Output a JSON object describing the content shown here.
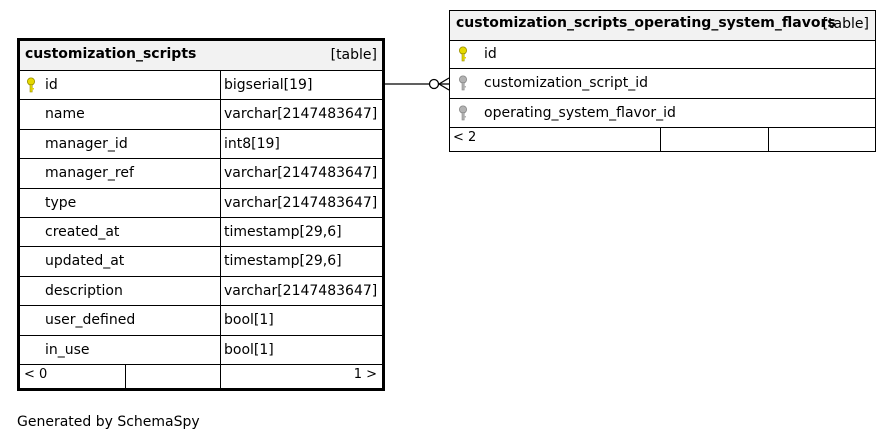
{
  "tables": {
    "scripts": {
      "name": "customization_scripts",
      "kind": "[table]",
      "rows": [
        {
          "name": "id",
          "type": "bigserial[19]",
          "key": "primary"
        },
        {
          "name": "name",
          "type": "varchar[2147483647]",
          "key": ""
        },
        {
          "name": "manager_id",
          "type": "int8[19]",
          "key": ""
        },
        {
          "name": "manager_ref",
          "type": "varchar[2147483647]",
          "key": ""
        },
        {
          "name": "type",
          "type": "varchar[2147483647]",
          "key": ""
        },
        {
          "name": "created_at",
          "type": "timestamp[29,6]",
          "key": ""
        },
        {
          "name": "updated_at",
          "type": "timestamp[29,6]",
          "key": ""
        },
        {
          "name": "description",
          "type": "varchar[2147483647]",
          "key": ""
        },
        {
          "name": "user_defined",
          "type": "bool[1]",
          "key": ""
        },
        {
          "name": "in_use",
          "type": "bool[1]",
          "key": ""
        }
      ],
      "footer": {
        "parents": "< 0",
        "children": "1 >"
      }
    },
    "flavors": {
      "name": "customization_scripts_operating_system_flavors",
      "kind": "[table]",
      "rows": [
        {
          "name": "id",
          "key": "primary"
        },
        {
          "name": "customization_script_id",
          "key": "foreign"
        },
        {
          "name": "operating_system_flavor_id",
          "key": "foreign"
        }
      ],
      "footer": {
        "parents": "< 2",
        "children": ""
      }
    }
  },
  "caption": "Generated by SchemaSpy",
  "colors": {
    "primary_key": "#e5d800",
    "foreign_key": "#b3b3b3",
    "header_bg": "#f2f2f2"
  }
}
